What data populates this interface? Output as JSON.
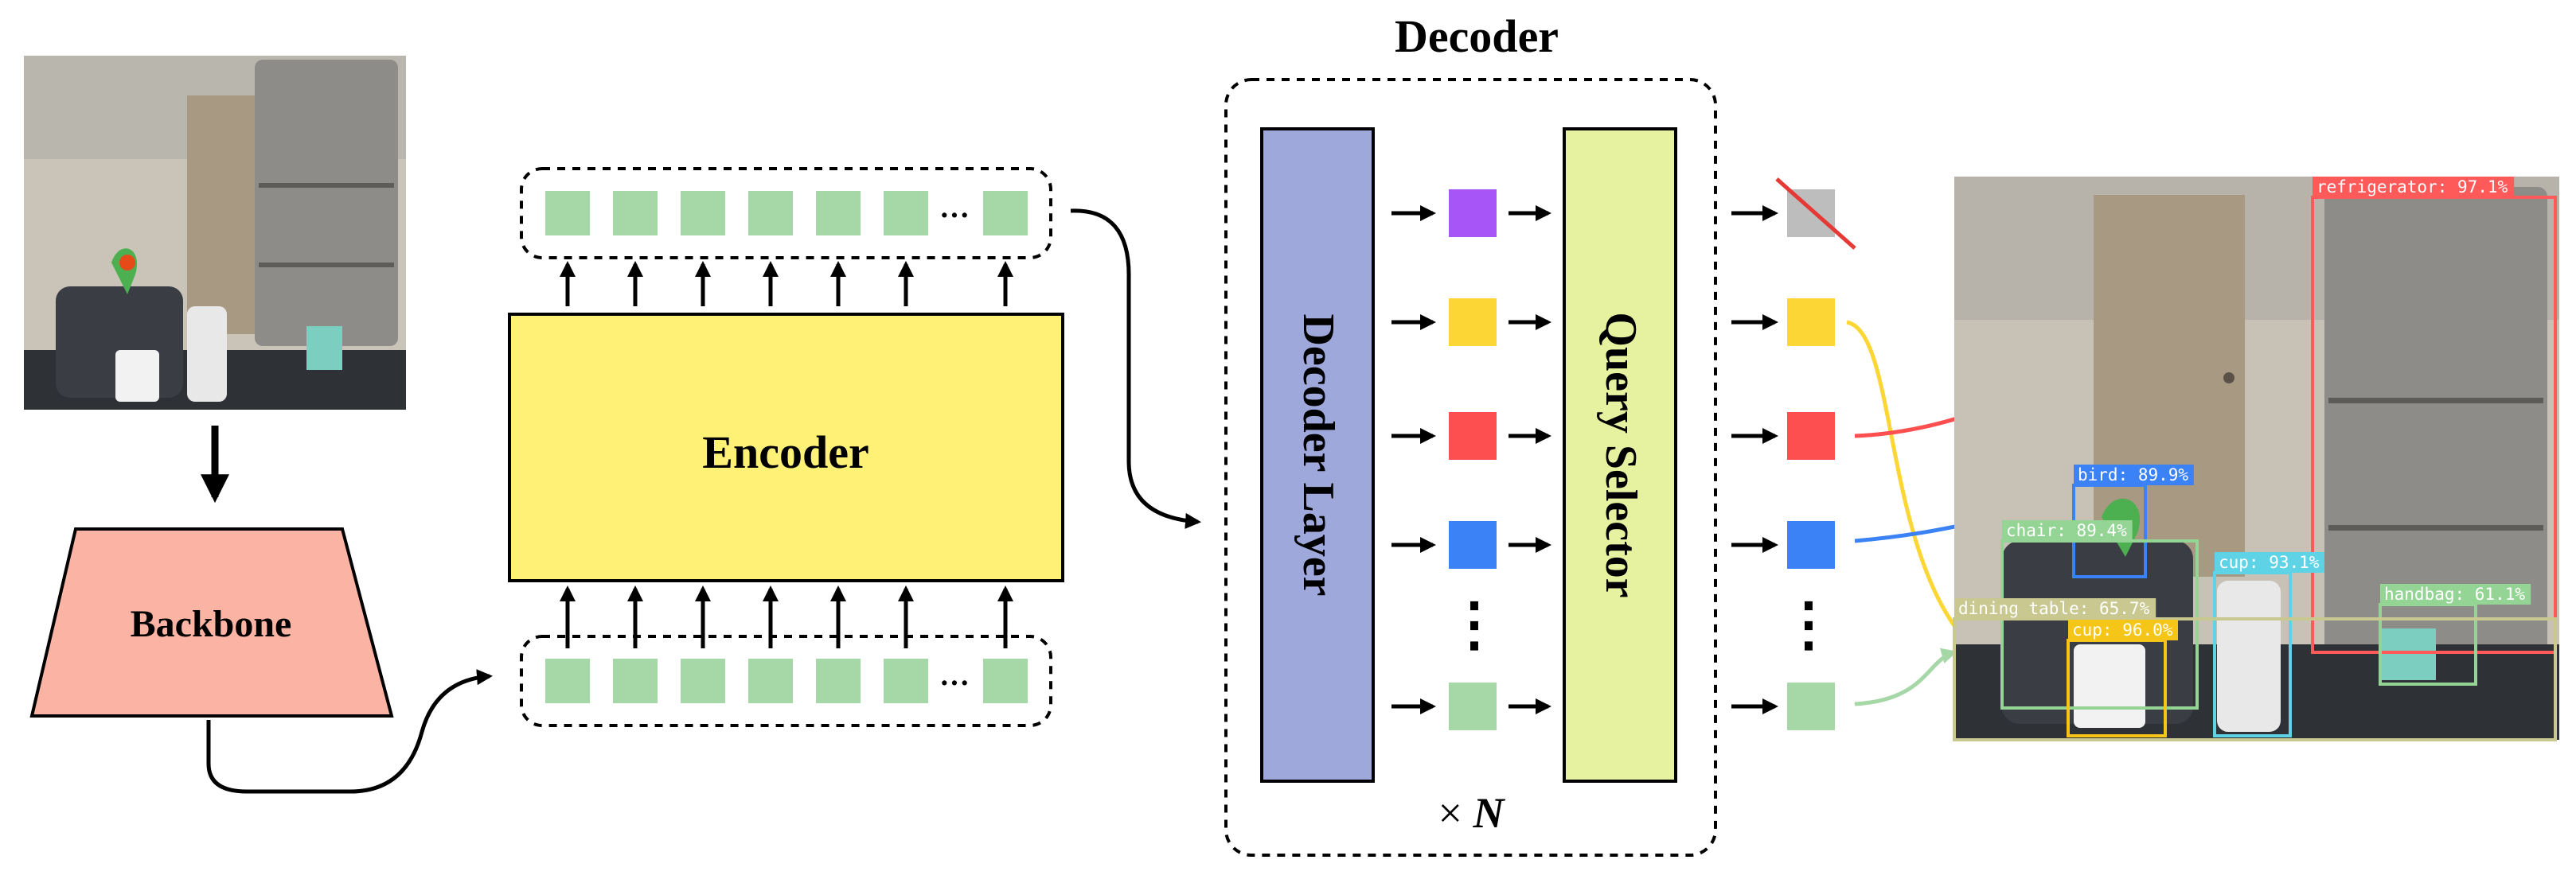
{
  "labels": {
    "backbone": "Backbone",
    "encoder": "Encoder",
    "decoder_title": "Decoder",
    "decoder_layer": "Decoder Layer",
    "query_selector": "Query Selector",
    "repeat_prefix": "× ",
    "repeat_var": "N",
    "ellipsis": "···",
    "vdots": "⋮"
  },
  "query_colors": [
    "#a855f7",
    "#fcd635",
    "#fd4f4f",
    "#3b82f6",
    "#a6d7a6"
  ],
  "token_color": "#a6d7a6",
  "colors": {
    "backbone_fill": "#fbb4a4",
    "encoder_fill": "#fff176",
    "decoder_layer_fill": "#9fa8da",
    "query_selector_fill": "#e6f2a0",
    "discarded_query": "#bdbdbd",
    "strike": "#e53935"
  },
  "detections": [
    {
      "label": "refrigerator: 97.1%",
      "color": "#ff5a5a"
    },
    {
      "label": "bird: 89.9%",
      "color": "#3b82f6"
    },
    {
      "label": "chair: 89.4%",
      "color": "#94d494"
    },
    {
      "label": "cup: 93.1%",
      "color": "#5fd3e6"
    },
    {
      "label": "handbag: 61.1%",
      "color": "#94d494"
    },
    {
      "label": "dining table: 65.7%",
      "color": "#c8c890"
    },
    {
      "label": "cup: 96.0%",
      "color": "#f5c518"
    }
  ]
}
